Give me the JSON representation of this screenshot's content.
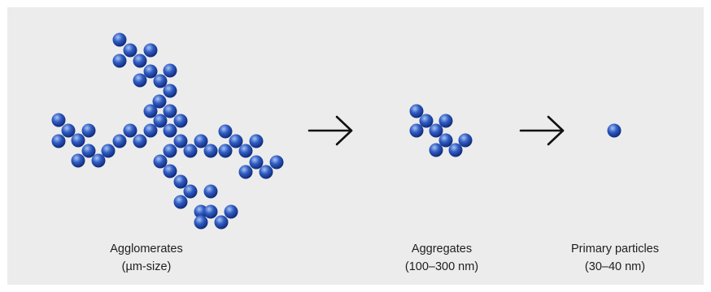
{
  "colors": {
    "panel_background": "#ececec",
    "particle_light": "#a9c3f2",
    "particle_mid": "#2f5cc4",
    "particle_dark": "#0d2470",
    "arrow": "#111111",
    "text": "#1e1e1e"
  },
  "icons": {
    "particle": "blue-sphere-icon",
    "arrow": "right-arrow-icon"
  },
  "labels": {
    "agglomerates": {
      "name": "Agglomerates",
      "size": "(µm-size)"
    },
    "aggregates": {
      "name": "Aggregates",
      "size": "(100–300 nm)"
    },
    "primary": {
      "name": "Primary particles",
      "size": "(30–40 nm)"
    }
  }
}
